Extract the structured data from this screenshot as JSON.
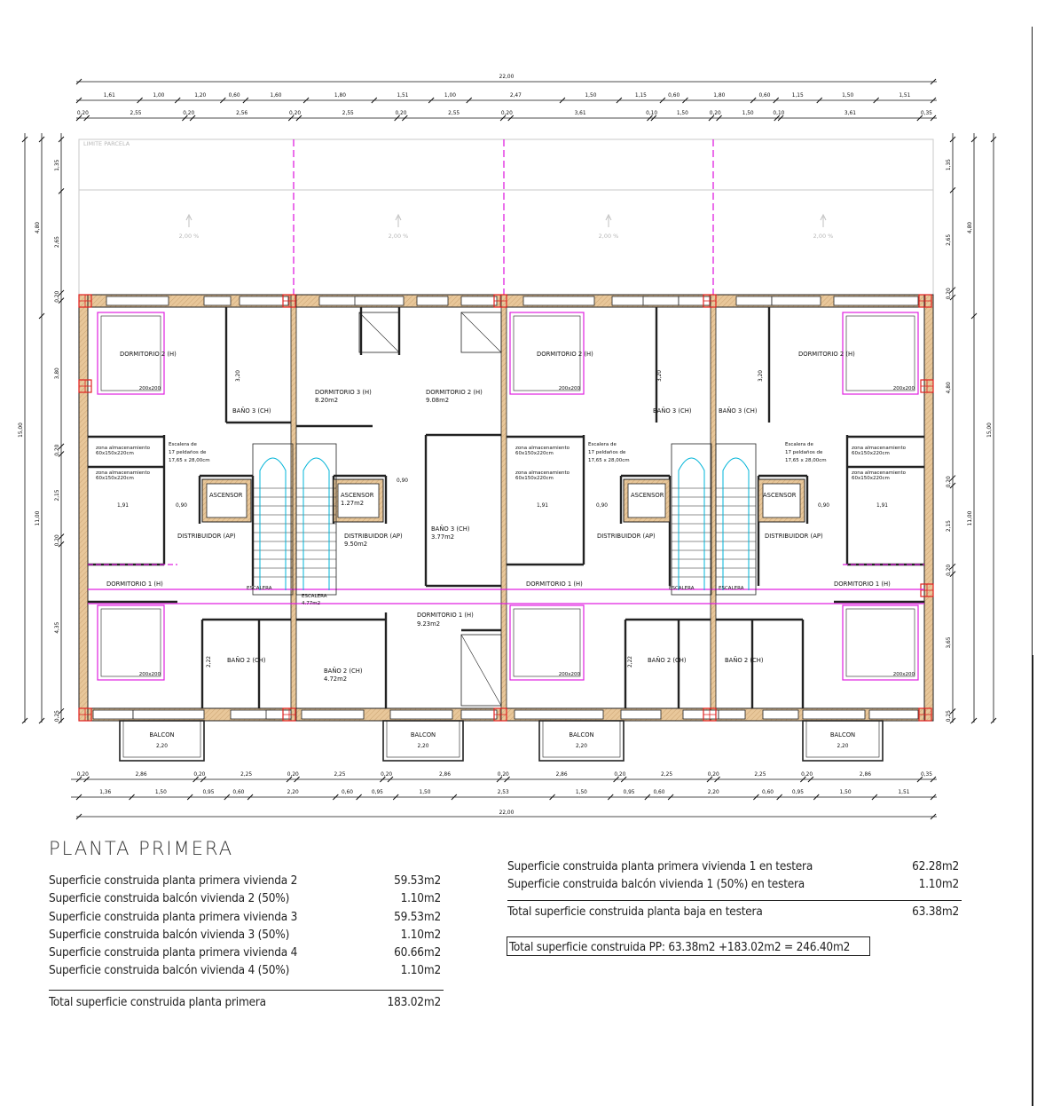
{
  "dims": {
    "total_top": "22,00",
    "total_bottom": "22,00",
    "top_row1": [
      "1,61",
      "1,00",
      "1,20",
      "0,60",
      "1,60",
      "1,80",
      "1,51",
      "1,00",
      "2,47",
      "1,50",
      "1,15",
      "0,60",
      "1,80",
      "0,60",
      "1,15",
      "1,50",
      "1,51"
    ],
    "top_row2": [
      "0,20",
      "2,55",
      "0,20",
      "2,56",
      "0,20",
      "2,55",
      "0,20",
      "2,55",
      "0,20",
      "3,61",
      "0,10",
      "1,50",
      "0,20",
      "1,50",
      "0,10",
      "3,61",
      "0,35"
    ],
    "bottom_row1": [
      "0,20",
      "2,86",
      "0,20",
      "2,25",
      "0,20",
      "2,25",
      "0,20",
      "2,86",
      "0,20",
      "2,86",
      "0,20",
      "2,25",
      "0,20",
      "2,25",
      "0,20",
      "2,86",
      "0,35"
    ],
    "bottom_row2": [
      "1,36",
      "1,50",
      "0,95",
      "0,60",
      "2,20",
      "0,60",
      "0,95",
      "1,50",
      "2,53",
      "1,50",
      "0,95",
      "0,60",
      "2,20",
      "0,60",
      "0,95",
      "1,50",
      "1,51"
    ],
    "left_outer": [
      "4,80",
      "15,00",
      "11,00"
    ],
    "left_inner": [
      "1,35",
      "2,65",
      "0,20",
      "3,80",
      "0,20",
      "2,15",
      "0,20",
      "4,35",
      "0,25"
    ],
    "right_outer": [
      "4,80",
      "15,00",
      "11,00"
    ],
    "right_inner": [
      "1,35",
      "2,65",
      "0,20",
      "4,80",
      "0,20",
      "2,15",
      "0,20",
      "3,65",
      "0,25"
    ]
  },
  "plan_labels": {
    "limite_parcela": "LIMITE PARCELA",
    "slope": "2,00 %",
    "dormitorio2": "DORMITORIO 2 (H)",
    "dormitorio3": "DORMITORIO 3 (H)",
    "dormitorio3_area": "8.20m2",
    "dormitorio2_c": "DORMITORIO 2 (H)",
    "dormitorio2_c_area": "9.08m2",
    "dormitorio1": "DORMITORIO 1 (H)",
    "dormitorio1_c_area": "9.23m2",
    "bano3": "BAÑO 3 (CH)",
    "bano3_c": "BAÑO 3 (CH)",
    "bano3_c_area": "3.77m2",
    "bano2": "BAÑO 2 (CH)",
    "bano2_c_area": "4.72m2",
    "ascensor": "ASCENSOR",
    "ascensor_area": "1.27m2",
    "distribuidor": "DISTRIBUIDOR (AP)",
    "distribuidor_area": "9.50m2",
    "escalera": "ESCALERA",
    "escalera_area": "4.77m2",
    "balcon": "BALCON",
    "balcon_dim": "2,20",
    "bed": "200x200",
    "closet": "zona almacenamiento",
    "closet_dim": "60x150x220cm",
    "escalera_note1": "Escalera de",
    "escalera_note2": "17 peldaños de",
    "escalera_note3": "17,65 x 28,00cm",
    "dim_191": "1,91",
    "dim_090": "0,90",
    "dim_320": "3,20",
    "dim_222": "2,22"
  },
  "legend_left": {
    "title": "PLANTA PRIMERA",
    "rows": [
      {
        "label": "Superficie construida planta primera vivienda 2",
        "value": "59.53m2"
      },
      {
        "label": "Superficie construida balcón vivienda 2 (50%)",
        "value": "1.10m2"
      },
      {
        "label": "Superficie construida planta primera vivienda 3",
        "value": "59.53m2"
      },
      {
        "label": "Superficie construida balcón vivienda 3 (50%)",
        "value": "1.10m2"
      },
      {
        "label": "Superficie construida planta primera vivienda 4",
        "value": "60.66m2"
      },
      {
        "label": "Superficie construida balcón vivienda 4 (50%)",
        "value": "1.10m2"
      }
    ],
    "total_label": "Total superficie construida planta primera",
    "total_value": "183.02m2"
  },
  "legend_right": {
    "rows": [
      {
        "label": "Superficie construida planta primera vivienda 1 en testera",
        "value": "62.28m2"
      },
      {
        "label": "Superficie construida balcón vivienda 1 (50%) en testera",
        "value": "1.10m2"
      }
    ],
    "total_label": "Total superficie construida planta baja en testera",
    "total_value": "63.38m2",
    "grand_total": "Total superficie construida PP:  63.38m2  +183.02m2  =   246.40m2"
  },
  "colors": {
    "wall_fill": "#e8c79a",
    "magenta": "#e020e0",
    "cyan": "#00b4d8",
    "red": "#e02020"
  }
}
